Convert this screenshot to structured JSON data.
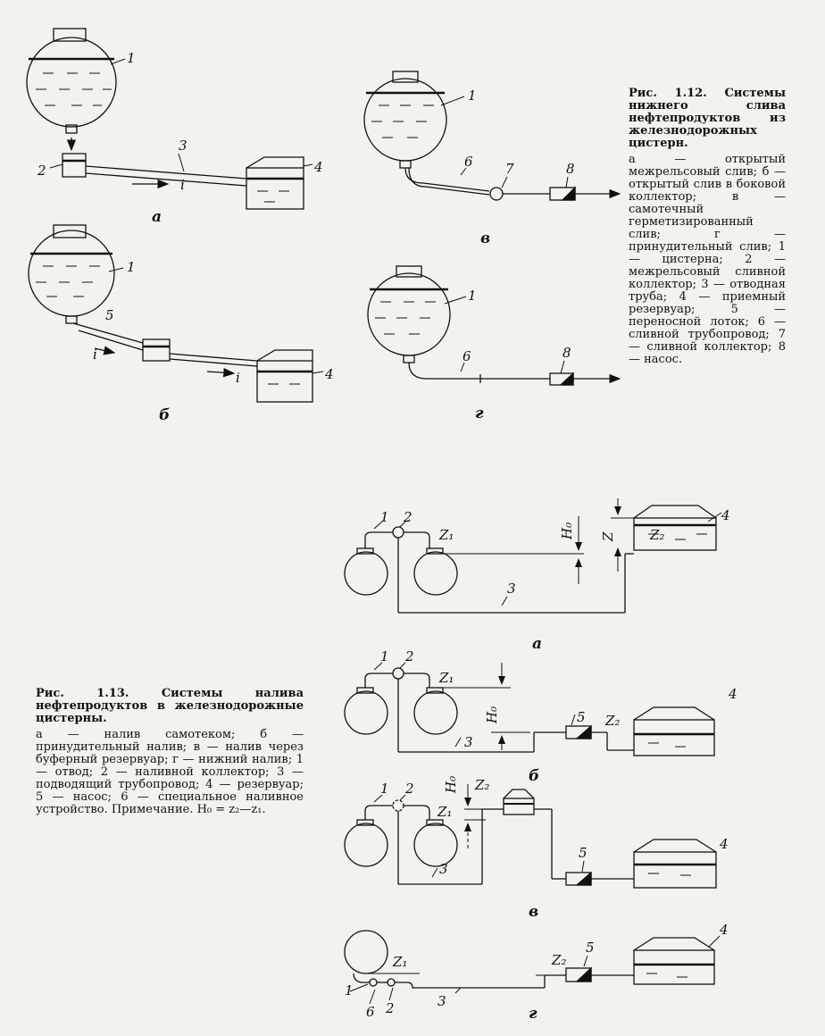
{
  "fig12": {
    "title": "Рис. 1.12. Системы нижнего слива нефтепродуктов из железнодорожных цистерн.",
    "legend": "а — открытый межрельсовый слив; б — открытый слив в боковой коллектор; в — самотечный герметизированный слив; г — принудительный слив; 1 — цистерна; 2 — межрельсовый сливной коллектор; 3 — отводная труба; 4 — приемный резервуар; 5 — переносной лоток; 6 — сливной трубопровод; 7 — сливной коллектор; 8 — насос.",
    "panels": {
      "a": "а",
      "b": "б",
      "v": "в",
      "g": "г"
    },
    "labels": {
      "n1": "1",
      "n2": "2",
      "n3": "3",
      "n4": "4",
      "n5": "5",
      "n6": "6",
      "n7": "7",
      "n8": "8",
      "slope": "i"
    }
  },
  "fig13": {
    "title": "Рис. 1.13. Системы налива нефтепродуктов в железнодорожные цистерны.",
    "legend": "а — налив самотеком; б — принудительный налив; в — налив через буферный резервуар; г — нижний налив; 1 — отвод; 2 — наливной коллектор; 3 — подводящий трубопровод; 4 — резервуар; 5 — насос; 6 — специальное наливное устройство. Примечание. H₀ = z₂—z₁.",
    "panels": {
      "a": "а",
      "b": "б",
      "v": "в",
      "g": "г"
    },
    "labels": {
      "n1": "1",
      "n2": "2",
      "n3": "3",
      "n4": "4",
      "n5": "5",
      "n6": "6",
      "z": "Z",
      "z1": "Z₁",
      "z2": "Z₂",
      "h0": "H₀"
    }
  }
}
